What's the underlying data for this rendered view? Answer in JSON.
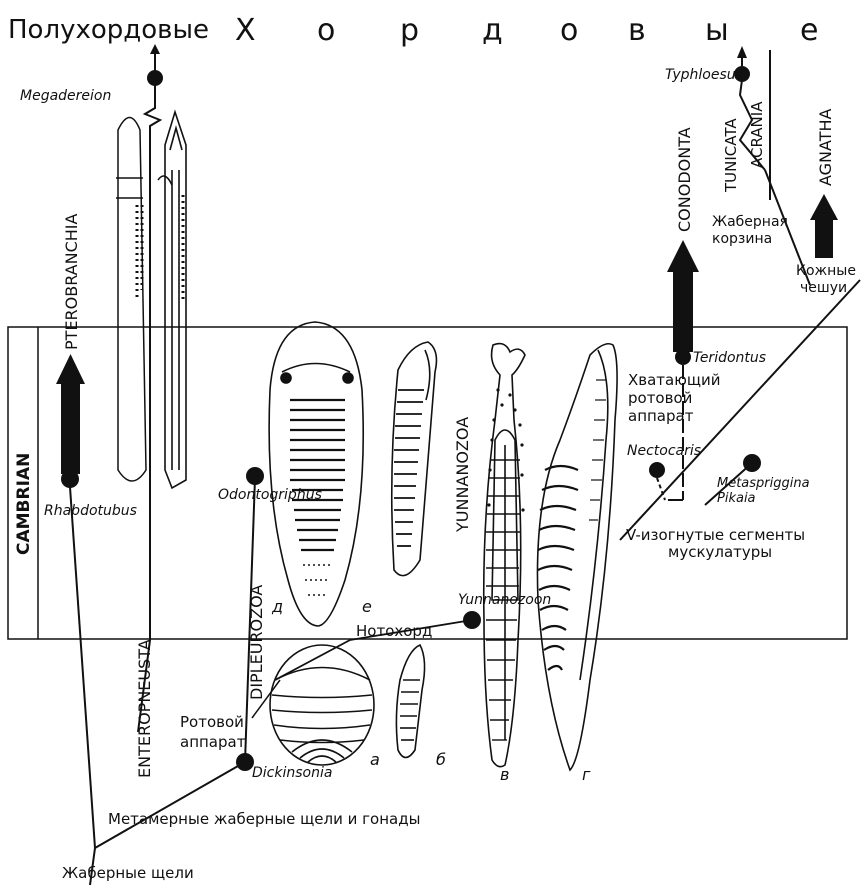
{
  "header": {
    "hemichordata": "Полухордовые",
    "chordata_letters": [
      "Х",
      "о",
      "р",
      "д",
      "о",
      "в",
      "ы",
      "е"
    ]
  },
  "period": "CAMBRIAN",
  "taxa": {
    "pterobranchia": "PTEROBRANCHIA",
    "enteropneusta": "ENTEROPNEUSTA",
    "dipleurozoa": "DIPLEUROZOA",
    "yunnanozoa": "YUNNANOZOA",
    "conodonta": "CONODONTA",
    "tunicata": "TUNICATA",
    "acrania": "ACRANIA",
    "agnatha": "AGNATHA"
  },
  "genera": {
    "megadereion": "Megadereion",
    "rhabdotubus": "Rhabdotubus",
    "odontogriphus": "Odontogriphus",
    "dickinsonia": "Dickinsonia",
    "yunnanozoon": "Yunnanozoon",
    "teridontus": "Teridontus",
    "nectocaris": "Nectocaris",
    "metaspriggina": "Metaspriggina",
    "pikaia": "Pikaia",
    "typhloesus": "Typhloesus"
  },
  "features": {
    "gill_slits": "Жаберные щели",
    "metameric": "Метамерные жаберные щели и гонады",
    "notochord": "Нотохорд",
    "mouth_apparatus_1": "Ротовой",
    "mouth_apparatus_2": "аппарат",
    "grasping_1": "Хватающий",
    "grasping_2": "ротовой",
    "grasping_3": "аппарат",
    "vshaped_1": "V-изогнутые сегменты",
    "vshaped_2": "мускулатуры",
    "gill_basket_1": "Жаберная",
    "gill_basket_2": "корзина",
    "skin_scales_1": "Кожные",
    "skin_scales_2": "чешуи"
  },
  "figure_letters": {
    "a": "а",
    "b": "б",
    "v": "в",
    "g": "г",
    "d": "д",
    "e": "е"
  }
}
